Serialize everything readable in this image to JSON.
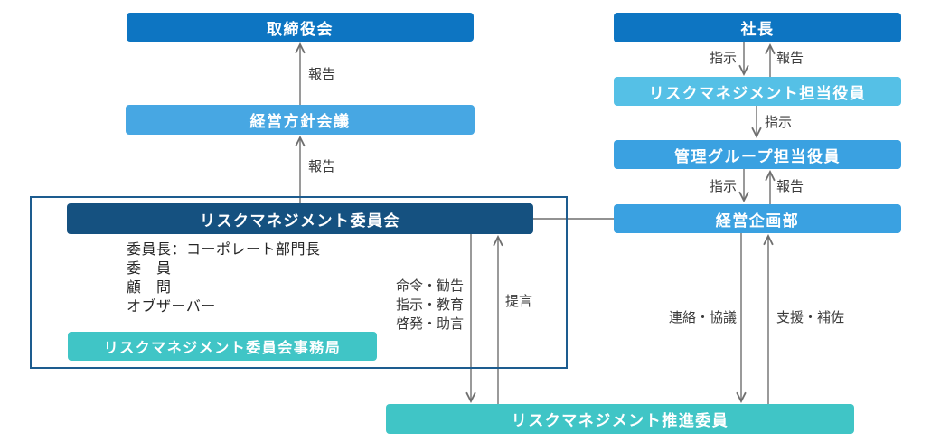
{
  "colors": {
    "primary_blue": "#0d75c2",
    "policy_blue": "#47a7e3",
    "navy": "#155180",
    "cyan_blue": "#55c0e6",
    "mid_blue": "#3aa1e1",
    "teal": "#40c5c6",
    "frame_border": "#1d5c8f",
    "arrow_gray": "#6f6f6f",
    "label_text": "#3b3b3b"
  },
  "nodes": {
    "board": "取締役会",
    "policy_meeting": "経営方針会議",
    "rm_committee": "リスクマネジメント委員会",
    "rm_secretariat": "リスクマネジメント委員会事務局",
    "president": "社長",
    "rm_officer": "リスクマネジメント担当役員",
    "admin_group_officer": "管理グループ担当役員",
    "corporate_planning": "経営企画部",
    "rm_promotion": "リスクマネジメント推進委員"
  },
  "committee_members": [
    "委員長：コーポレート部門長",
    "委　員",
    "顧　問",
    "オブザーバー"
  ],
  "labels": {
    "report_board": "報告",
    "report_policy": "報告",
    "command": "命令・勧告",
    "instruct_educate": "指示・教育",
    "enlighten_advise": "啓発・助言",
    "proposal": "提言",
    "instruct_president": "指示",
    "report_president": "報告",
    "instruct_officer": "指示",
    "instruct_admin": "指示",
    "report_admin": "報告",
    "liaison": "連絡・協議",
    "support": "支援・補佐"
  }
}
